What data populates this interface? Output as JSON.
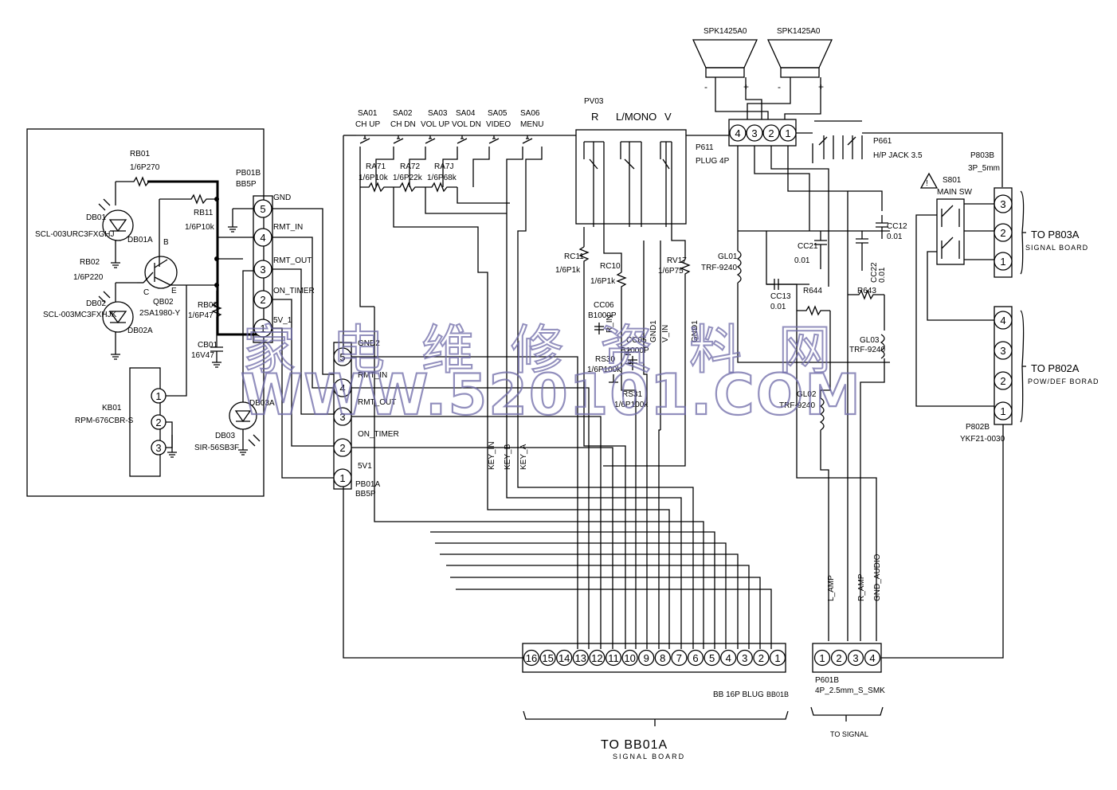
{
  "watermark": {
    "chinese": "家电维修资料网",
    "url": "WWW.520101.COM"
  },
  "left_board": {
    "RB01": {
      "ref": "RB01",
      "value": "1/6P270"
    },
    "RB11": {
      "ref": "RB11",
      "value": "1/6P10k"
    },
    "RB02": {
      "ref": "RB02",
      "value": "1/6P220"
    },
    "RB09": {
      "ref": "RB09",
      "value": "1/6P47"
    },
    "DB01": {
      "ref": "DB01",
      "part": "SCL-003URC3FXGHJ",
      "pin": "DB01A"
    },
    "DB02": {
      "ref": "DB02",
      "part": "SCL-003MC3FXHJK",
      "pin": "DB02A"
    },
    "QB02": {
      "ref": "QB02",
      "part": "2SA1980-Y",
      "b": "B",
      "c": "C",
      "e": "E"
    },
    "CB01": {
      "ref": "CB01",
      "value": "16V47"
    },
    "KB01": {
      "ref": "KB01",
      "part": "RPM-676CBR-S",
      "pins": [
        "1",
        "2",
        "3"
      ]
    },
    "DB03": {
      "ref": "DB03",
      "part": "SIR-56SB3F",
      "pin": "DB03A"
    },
    "PB01B": {
      "ref": "PB01B",
      "type": "BB5P",
      "pins": [
        "5",
        "4",
        "3",
        "2",
        "1"
      ],
      "signals": [
        "GND",
        "RMT_IN",
        "RMT_OUT",
        "ON_TIMER",
        "5V_1"
      ]
    }
  },
  "pb01a": {
    "ref": "PB01A",
    "type": "BB5P",
    "pins": [
      "5",
      "4",
      "3",
      "2",
      "1"
    ],
    "signals": [
      "GND2",
      "RMT_IN",
      "RMT_OUT",
      "ON_TIMER",
      "5V1"
    ]
  },
  "keys": {
    "switches": [
      {
        "ref": "SA01",
        "label": "CH UP"
      },
      {
        "ref": "SA02",
        "label": "CH DN"
      },
      {
        "ref": "SA03",
        "label": "VOL UP"
      },
      {
        "ref": "SA04",
        "label": "VOL DN"
      },
      {
        "ref": "SA05",
        "label": "VIDEO"
      },
      {
        "ref": "SA06",
        "label": "MENU"
      }
    ],
    "RA71": {
      "ref": "RA71",
      "value": "1/6P10k"
    },
    "RA72": {
      "ref": "RA72",
      "value": "1/6P22k"
    },
    "RA73": {
      "ref": "RA7J",
      "value": "1/6P68k"
    },
    "nets": [
      "KEY_IN",
      "KEY_B",
      "KEY_A"
    ]
  },
  "av_jack": {
    "ref": "PV03",
    "labels": [
      "R",
      "L/MONO",
      "V"
    ],
    "RC11": {
      "ref": "RC11",
      "value": "1/6P1k"
    },
    "RC10": {
      "ref": "RC10",
      "value": "1/6P1k"
    },
    "RV17": {
      "ref": "RV17",
      "value": "1/6P75"
    },
    "CC06": {
      "ref": "CC06",
      "value": "B1000P"
    },
    "CC05": {
      "ref": "CC05",
      "value": "B1000P"
    },
    "RS30": {
      "ref": "RS30",
      "value": "1/6P100k"
    },
    "RS31": {
      "ref": "RS31",
      "value": "1/6P100k"
    },
    "nets": [
      "GND1",
      "V_IN",
      "GND1",
      "R_IN",
      "L_IN"
    ]
  },
  "audio": {
    "speakers": [
      "SPK1425A0",
      "SPK1425A0"
    ],
    "minus": "-",
    "plus": "+",
    "P611": {
      "ref": "P611",
      "type": "PLUG 4P",
      "pins": [
        "4",
        "3",
        "2",
        "1"
      ]
    },
    "P661": {
      "ref": "P661",
      "type": "H/P JACK 3.5"
    },
    "GL01": {
      "ref": "GL01",
      "value": "TRF-9240"
    },
    "GL02": {
      "ref": "GL02",
      "value": "TRF-9240"
    },
    "GL03": {
      "ref": "GL03",
      "value": "TRF-9240"
    },
    "CC21": {
      "ref": "CC21",
      "value": "0.01"
    },
    "CC12": {
      "ref": "CC12",
      "value": "0.01"
    },
    "CC22": {
      "ref": "CC22",
      "value": "0.01"
    },
    "CC13": {
      "ref": "CC13",
      "value": "0.01"
    },
    "R644": "R644",
    "R643": "R643",
    "nets": [
      "L_AMP",
      "R_AMP",
      "GND_AUDIO"
    ]
  },
  "power": {
    "S801": {
      "ref": "S801",
      "label": "MAIN SW",
      "warn": "!"
    },
    "P803B": {
      "ref": "P803B",
      "type": "3P_5mm",
      "pins": [
        "3",
        "2",
        "1"
      ],
      "to": "TO P803A",
      "board": "SIGNAL BOARD"
    },
    "P802B": {
      "ref": "P802B",
      "type": "YKF21-0030",
      "pins": [
        "4",
        "3",
        "2",
        "1"
      ],
      "to": "TO P802A",
      "board": "POW/DEF BORAD"
    }
  },
  "bottom": {
    "bb01b": {
      "ref": "BB01B",
      "type": "BB 16P BLUG",
      "pins": [
        "16",
        "15",
        "14",
        "13",
        "12",
        "11",
        "10",
        "9",
        "8",
        "7",
        "6",
        "5",
        "4",
        "3",
        "2",
        "1"
      ]
    },
    "p601b": {
      "ref": "P601B",
      "type": "4P_2.5mm_S_SMK",
      "pins": [
        "1",
        "2",
        "3",
        "4"
      ]
    },
    "to_bb01a": "TO BB01A",
    "to_bb01a_sub": "SIGNAL BOARD",
    "to_signal": "TO SIGNAL"
  }
}
